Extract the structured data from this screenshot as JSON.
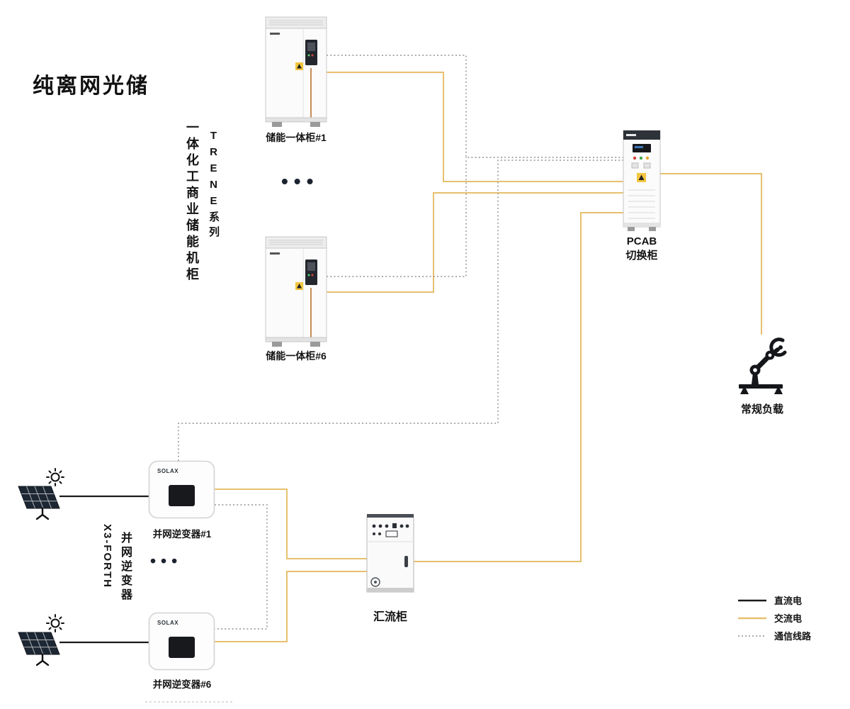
{
  "title": "纯离网光储",
  "colors": {
    "dc": "#1a1a1a",
    "ac": "#e7c06e",
    "comm": "#8f8f8f"
  },
  "storage": {
    "group_label": "一体化工商业储能机柜",
    "series_label": "TRENE系列",
    "cabinet1_label": "储能一体柜#1",
    "cabinet6_label": "储能一体柜#6",
    "ellipsis": "•••"
  },
  "pcab": {
    "name": "PCAB",
    "label": "切换柜"
  },
  "load": {
    "label": "常规负载"
  },
  "pv": {
    "model_label": "X3-FORTH",
    "group_label": "并网逆变器",
    "inverter1_label": "并网逆变器#1",
    "inverter6_label": "并网逆变器#6",
    "ellipsis": "•••",
    "brand": "SOLAX"
  },
  "combiner": {
    "label": "汇流柜"
  },
  "legend": {
    "items": [
      {
        "label": "直流电"
      },
      {
        "label": "交流电"
      },
      {
        "label": "通信线路"
      }
    ]
  }
}
